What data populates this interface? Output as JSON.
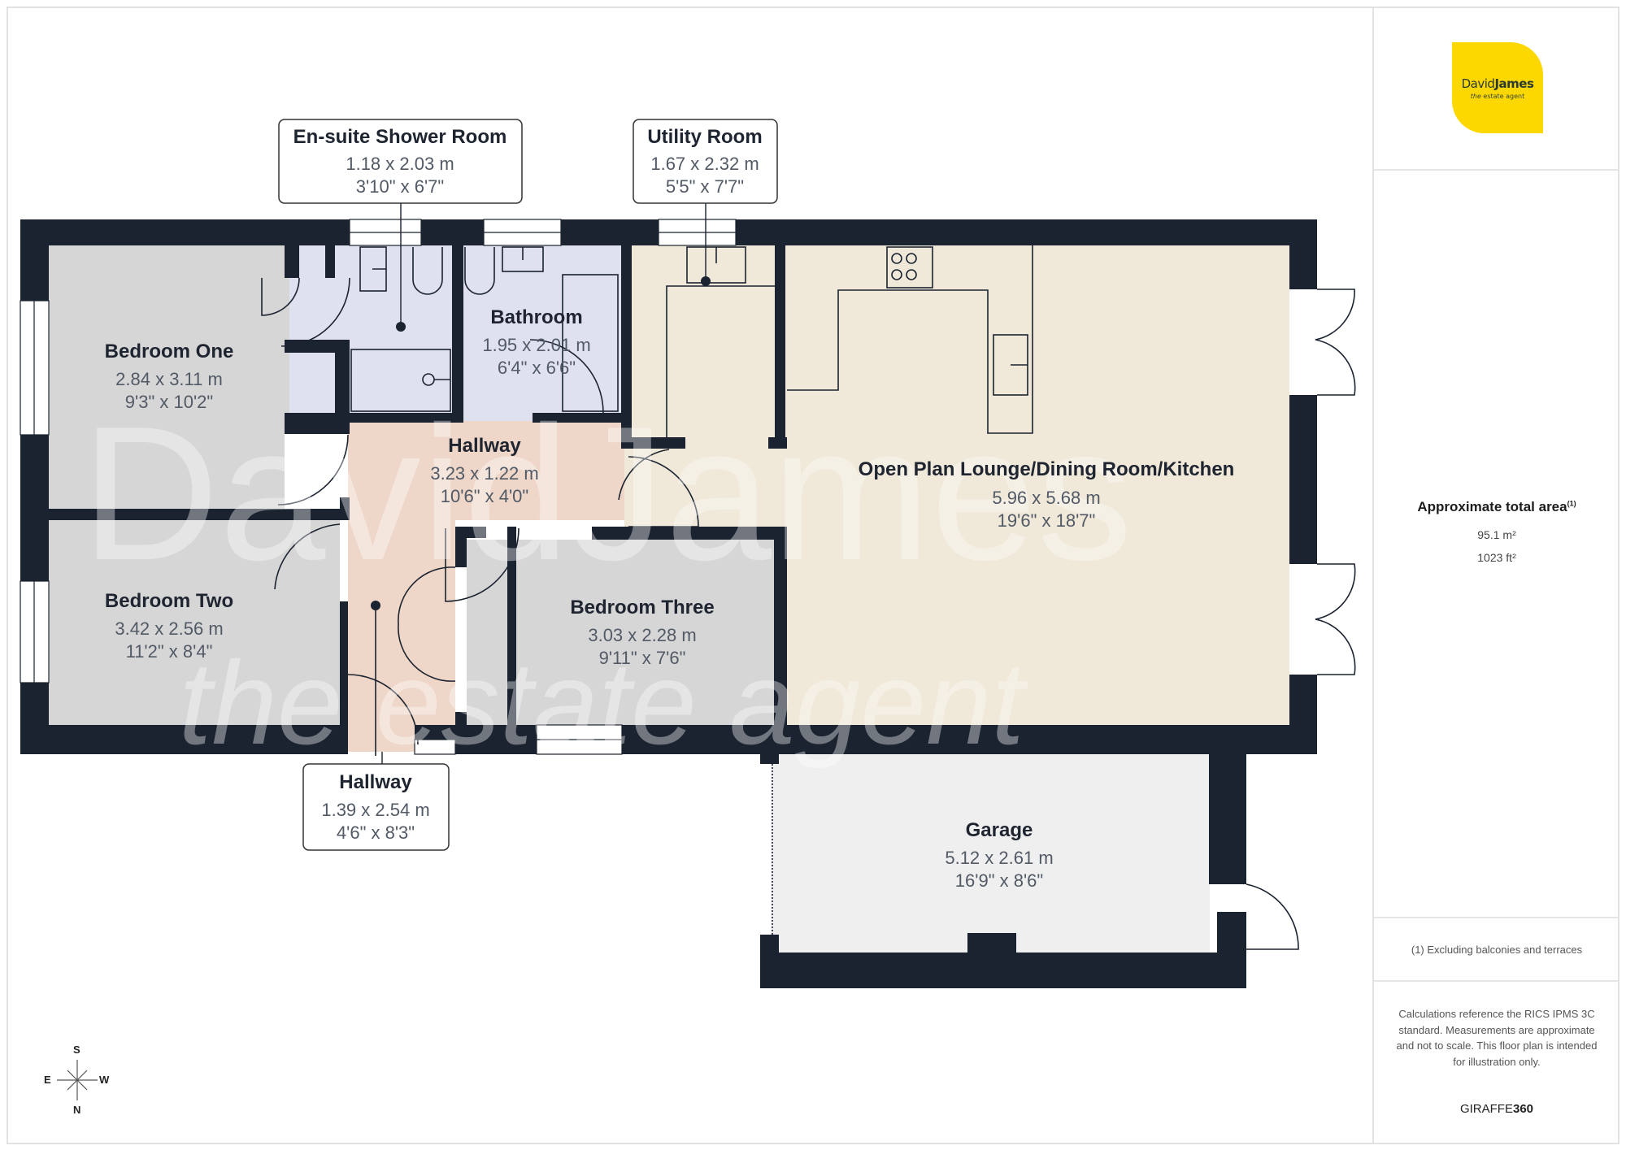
{
  "brand": {
    "name_light": "David",
    "name_bold": "James",
    "tagline_italic": "the",
    "tagline_rest": " estate agent",
    "color": "#fdd800"
  },
  "watermark": {
    "line1": "DavidJames",
    "line2": "the estate agent"
  },
  "rooms": {
    "bedroom_one": {
      "name": "Bedroom One",
      "metric": "2.84 x 3.11 m",
      "imperial": "9'3\" x 10'2\""
    },
    "ensuite": {
      "name": "En-suite Shower Room",
      "metric": "1.18 x 2.03 m",
      "imperial": "3'10\" x 6'7\""
    },
    "bathroom": {
      "name": "Bathroom",
      "metric": "1.95 x 2.01 m",
      "imperial": "6'4\" x 6'6\""
    },
    "utility": {
      "name": "Utility Room",
      "metric": "1.67 x 2.32 m",
      "imperial": "5'5\" x 7'7\""
    },
    "hallway_main": {
      "name": "Hallway",
      "metric": "3.23 x 1.22 m",
      "imperial": "10'6\" x 4'0\""
    },
    "open_plan": {
      "name": "Open Plan Lounge/Dining Room/Kitchen",
      "metric": "5.96 x 5.68 m",
      "imperial": "19'6\" x 18'7\""
    },
    "bedroom_two": {
      "name": "Bedroom Two",
      "metric": "3.42 x 2.56 m",
      "imperial": "11'2\" x 8'4\""
    },
    "bedroom_three": {
      "name": "Bedroom Three",
      "metric": "3.03 x 2.28 m",
      "imperial": "9'11\" x 7'6\""
    },
    "hallway_entry": {
      "name": "Hallway",
      "metric": "1.39 x 2.54 m",
      "imperial": "4'6\" x 8'3\""
    },
    "garage": {
      "name": "Garage",
      "metric": "5.12 x 2.61 m",
      "imperial": "16'9\" x 8'6\""
    }
  },
  "colors": {
    "wall": "#1b2330",
    "bedroom_fill": "#d6d6d6",
    "wet_room_fill": "#dfe2ee",
    "hallway_fill": "#eed6c8",
    "open_plan_fill": "#f0e8d8",
    "garage_fill": "#efefef"
  },
  "area": {
    "title": "Approximate total area",
    "footnote_marker": "(1)",
    "metric": "95.1 m²",
    "imperial": "1023 ft²"
  },
  "note": "(1) Excluding balconies and terraces",
  "disclaimer": "Calculations reference the RICS IPMS 3C standard. Measurements are approximate and not to scale. This floor plan is intended for illustration only.",
  "credit": {
    "light": "GIRAFFE",
    "bold": "360"
  },
  "compass": {
    "top": "S",
    "left": "E",
    "right": "W",
    "bottom": "N"
  }
}
